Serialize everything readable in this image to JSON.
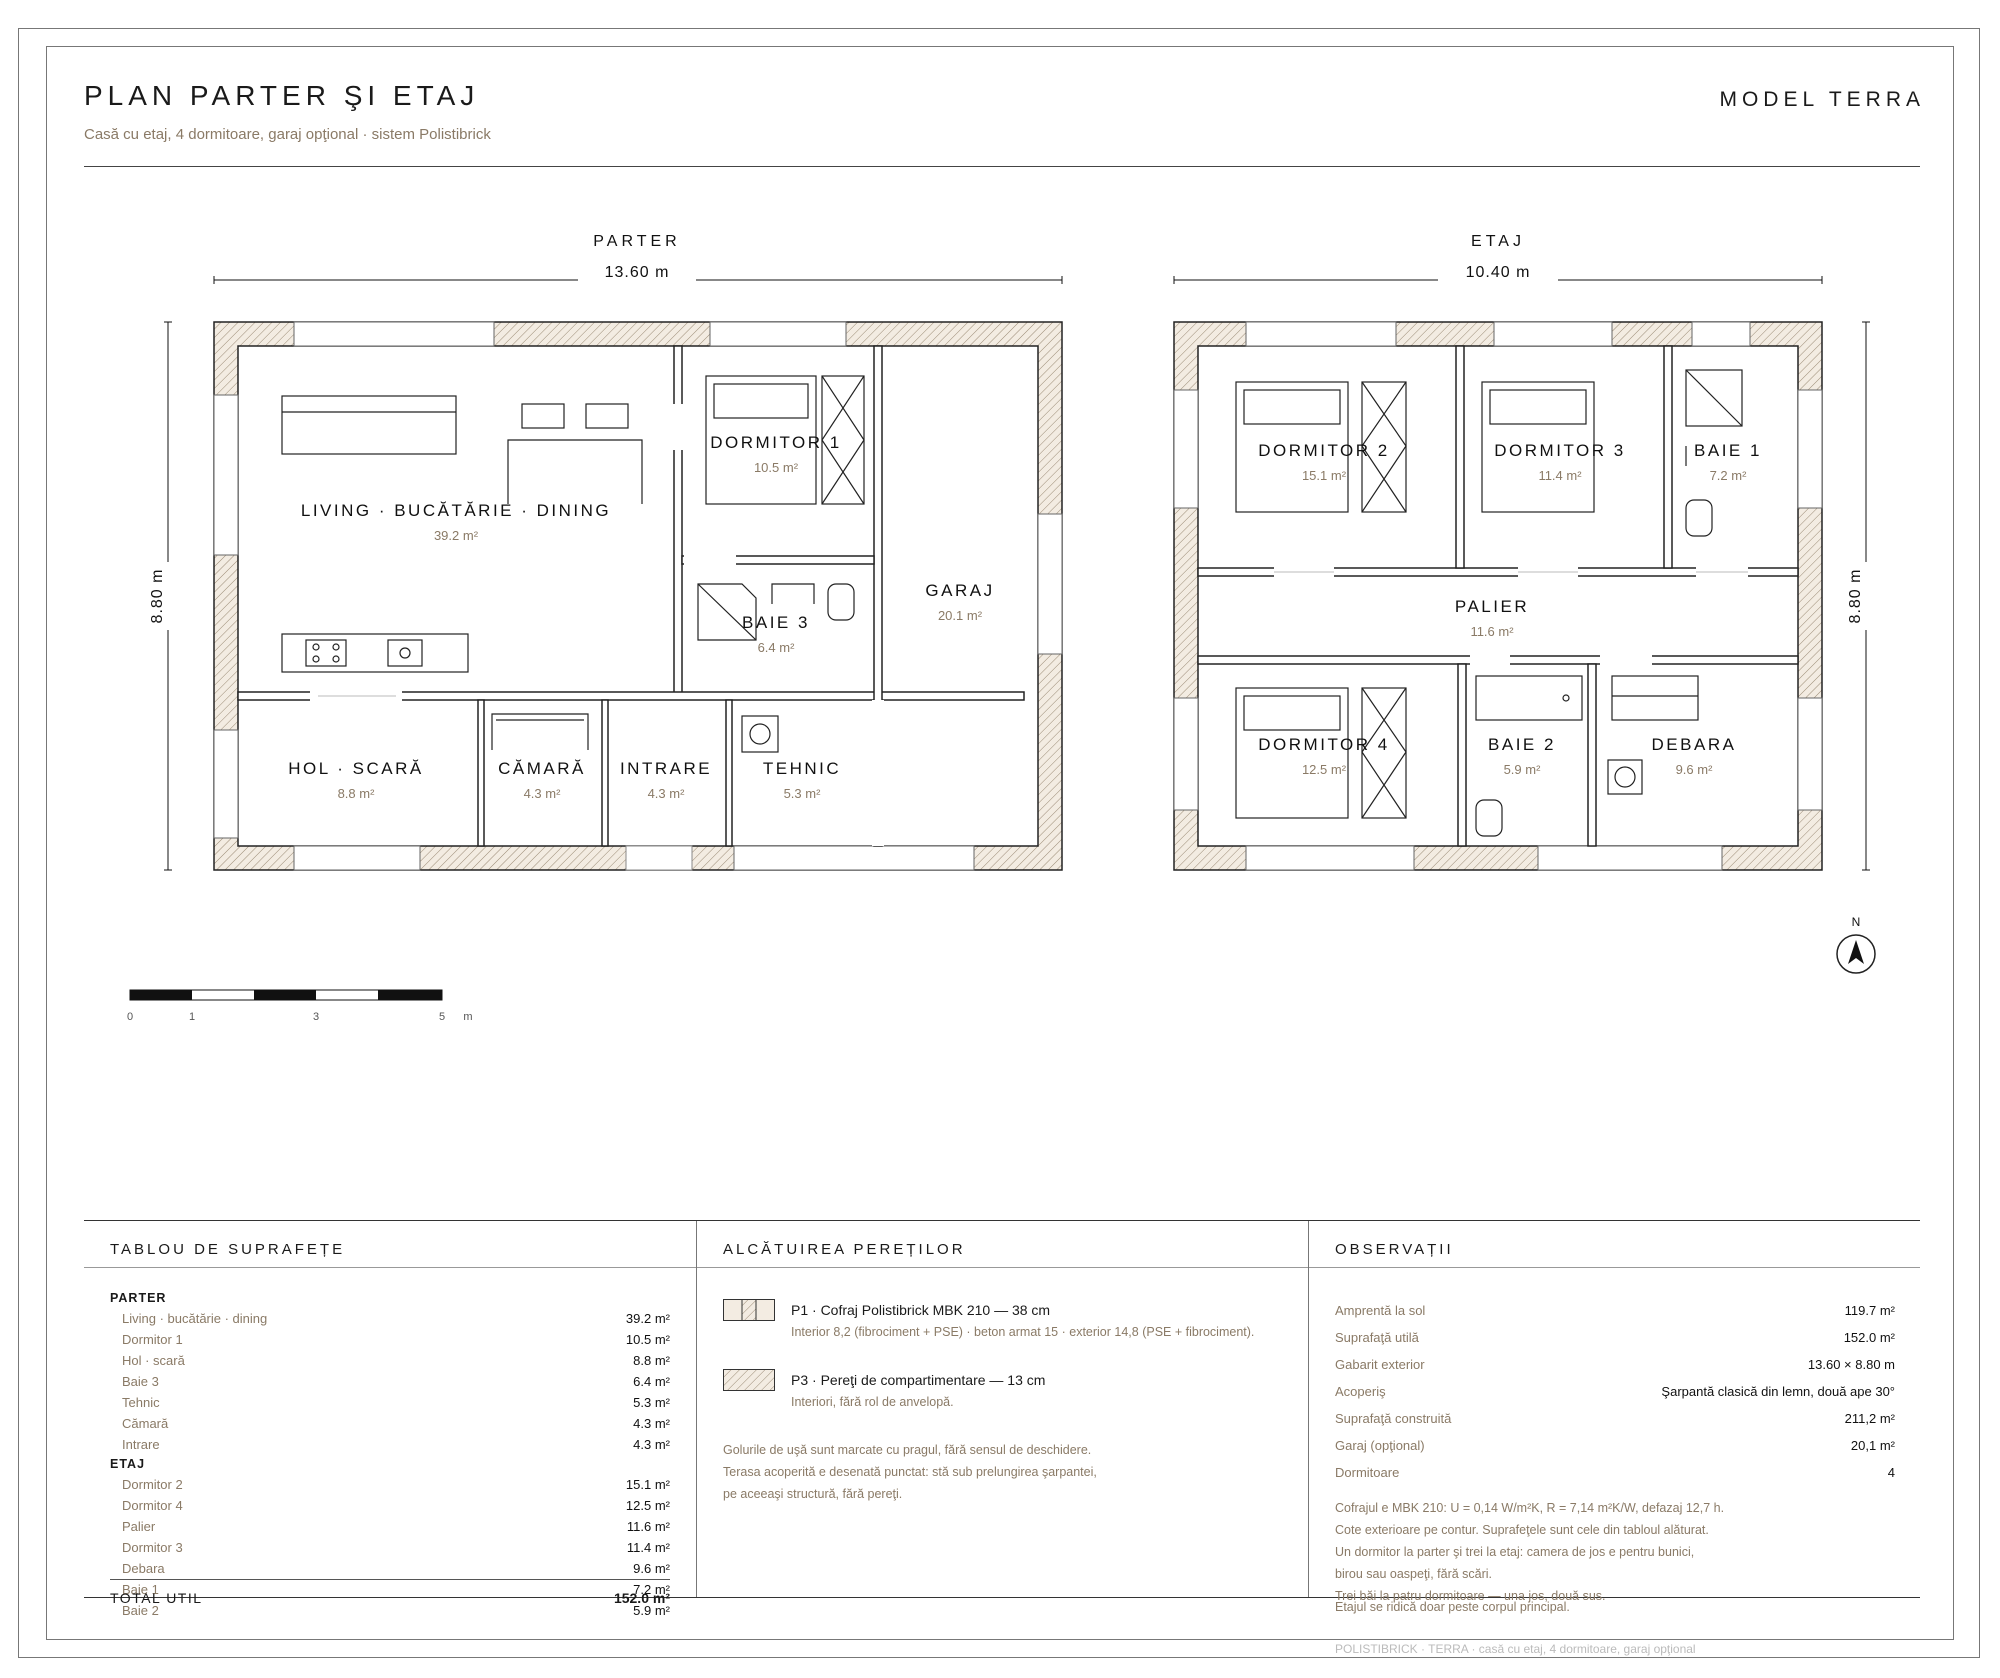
{
  "header": {
    "title": "PLAN PARTER ŞI ETAJ",
    "subtitle": "Casă cu etaj, 4 dormitoare, garaj opţional · sistem Polistibrick",
    "model": "MODEL TERRA"
  },
  "ground": {
    "caption": "PARTER",
    "width_label": "13.60 m",
    "height_label": "8.80 m",
    "rooms": [
      {
        "name": "LIVING · BUCĂTĂRIE · DINING",
        "area": "39.2 m²"
      },
      {
        "name": "DORMITOR 1",
        "area": "10.5 m²"
      },
      {
        "name": "BAIE 3",
        "area": "6.4 m²"
      },
      {
        "name": "GARAJ",
        "area": "20.1 m²"
      },
      {
        "name": "HOL · SCARĂ",
        "area": "8.8 m²"
      },
      {
        "name": "CĂMARĂ",
        "area": "4.3 m²"
      },
      {
        "name": "INTRARE",
        "area": "4.3 m²"
      },
      {
        "name": "TEHNIC",
        "area": "5.3 m²"
      }
    ]
  },
  "upper": {
    "caption": "ETAJ",
    "width_label": "10.40 m",
    "height_label": "8.80 m",
    "rooms": [
      {
        "name": "DORMITOR 2",
        "area": "15.1 m²"
      },
      {
        "name": "DORMITOR 3",
        "area": "11.4 m²"
      },
      {
        "name": "BAIE 1",
        "area": "7.2 m²"
      },
      {
        "name": "PALIER",
        "area": "11.6 m²"
      },
      {
        "name": "DORMITOR 4",
        "area": "12.5 m²"
      },
      {
        "name": "BAIE 2",
        "area": "5.9 m²"
      },
      {
        "name": "DEBARA",
        "area": "9.6 m²"
      }
    ]
  },
  "north_label": "N",
  "scale": {
    "ticks": [
      "0",
      "1",
      "3",
      "5"
    ],
    "unit": "m"
  },
  "areas": {
    "heading": "TABLOU DE SUPRAFEȚE",
    "groups": [
      {
        "name": "PARTER",
        "rows": [
          {
            "k": "Living · bucătărie · dining",
            "v": "39.2 m²"
          },
          {
            "k": "Dormitor 1",
            "v": "10.5 m²"
          },
          {
            "k": "Hol · scară",
            "v": "8.8 m²"
          },
          {
            "k": "Baie 3",
            "v": "6.4 m²"
          },
          {
            "k": "Tehnic",
            "v": "5.3 m²"
          },
          {
            "k": "Cămară",
            "v": "4.3 m²"
          },
          {
            "k": "Intrare",
            "v": "4.3 m²"
          }
        ]
      },
      {
        "name": "ETAJ",
        "rows": [
          {
            "k": "Dormitor 2",
            "v": "15.1 m²"
          },
          {
            "k": "Dormitor 4",
            "v": "12.5 m²"
          },
          {
            "k": "Palier",
            "v": "11.6 m²"
          },
          {
            "k": "Dormitor 3",
            "v": "11.4 m²"
          },
          {
            "k": "Debara",
            "v": "9.6 m²"
          },
          {
            "k": "Baie 1",
            "v": "7.2 m²"
          },
          {
            "k": "Baie 2",
            "v": "5.9 m²"
          }
        ]
      }
    ],
    "total_label": "TOTAL UTIL",
    "total_value": "152.0 m²"
  },
  "walls": {
    "heading": "ALCĂTUIREA PEREȚILOR",
    "p1_title": "P1 · Cofraj Polistibrick MBK 210 — 38 cm",
    "p1_desc": "Interior 8,2 (fibrociment + PSE) · beton armat 15 · exterior 14,8 (PSE + fibrociment).",
    "p3_title": "P3 · Pereţi de compartimentare — 13 cm",
    "p3_desc": "Interiori, fără rol de anvelopă.",
    "note1": "Golurile de uşă sunt marcate cu pragul, fără sensul de deschidere.",
    "note2": "Terasa acoperită e desenată punctat: stă sub prelungirea şarpantei,",
    "note3": "pe aceeaşi structură, fără pereţi."
  },
  "obs": {
    "heading": "OBSERVAȚII",
    "rows": [
      {
        "k": "Amprentă la sol",
        "v": "119.7 m²"
      },
      {
        "k": "Suprafaţă utilă",
        "v": "152.0 m²"
      },
      {
        "k": "Gabarit exterior",
        "v": "13.60 × 8.80 m"
      },
      {
        "k": "Acoperiş",
        "v": "Şarpantă clasică din lemn, două ape 30°"
      },
      {
        "k": "Suprafaţă construită",
        "v": "211,2 m²"
      },
      {
        "k": "Garaj (opţional)",
        "v": "20,1 m²"
      },
      {
        "k": "Dormitoare",
        "v": "4"
      }
    ],
    "note1": "Cofrajul e MBK 210: U = 0,14 W/m²K, R = 7,14 m²K/W, defazaj 12,7 h.",
    "note2": "Cote exterioare pe contur. Suprafeţele sunt cele din tabloul alăturat.",
    "note3": "Un dormitor la parter şi trei la etaj: camera de jos e pentru bunici,",
    "note4": "birou sau oaspeţi, fără scări.",
    "note5": "Trei băi la patru dormitoare — una jos, două sus.",
    "note6": "Etajul se ridică doar peste corpul principal.",
    "footer": "POLISTIBRICK · TERRA · casă cu etaj, 4 dormitoare, garaj opţional"
  }
}
